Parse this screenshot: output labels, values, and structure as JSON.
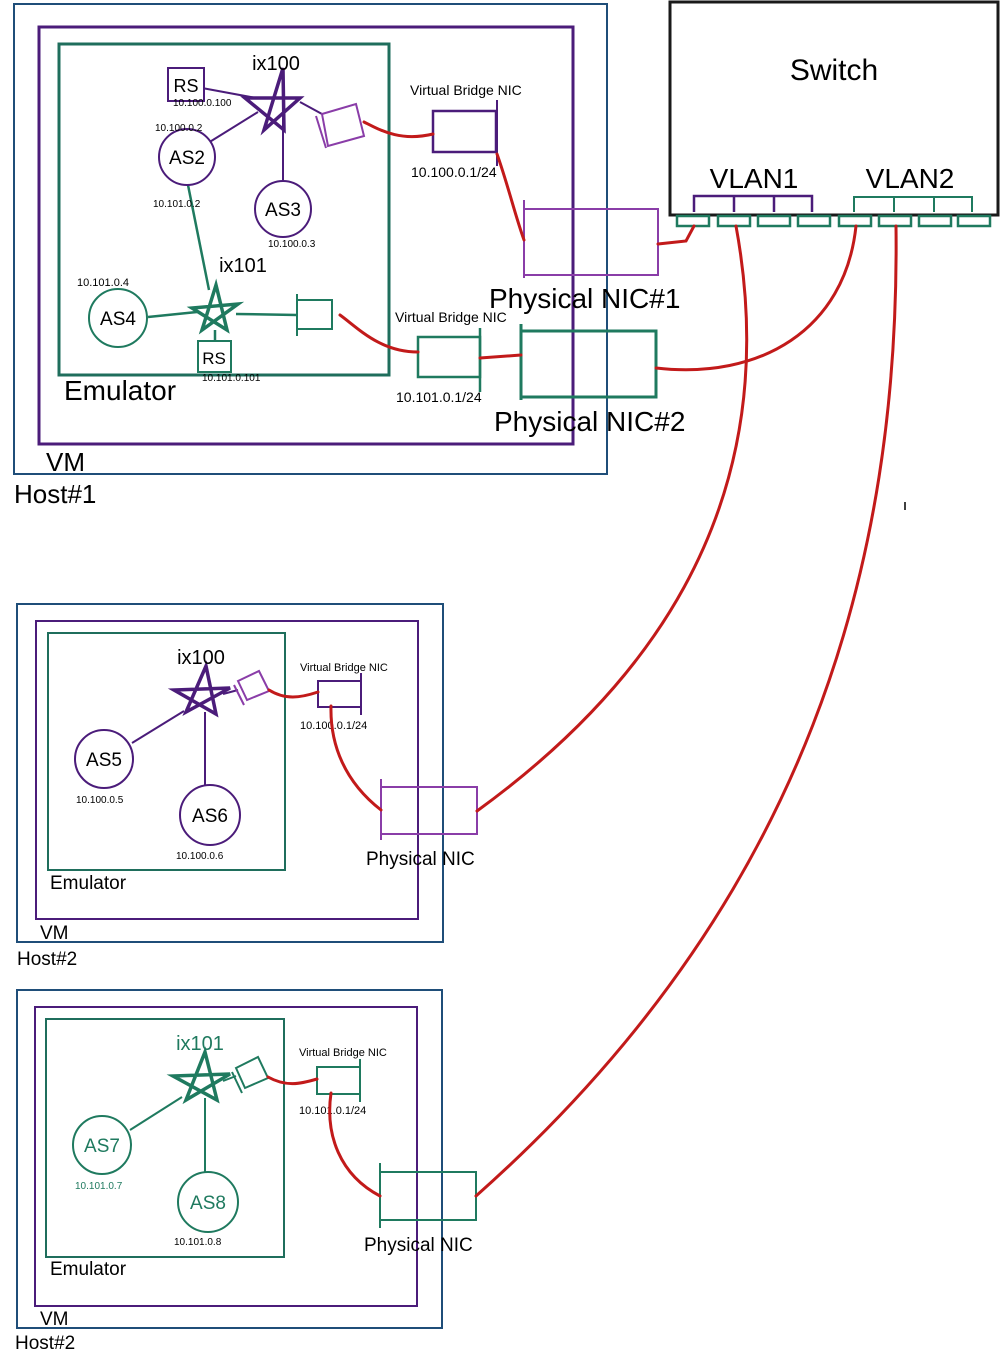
{
  "colors": {
    "host": "#1f4e79",
    "vm": "#4b1c7a",
    "emulator": "#1f6e5c",
    "vlan1": "#4b1c7a",
    "vlan2": "#1f7a5f",
    "nic_purple": "#8a3da8",
    "cable": "#c21a1a",
    "switch": "#1a1a1a"
  },
  "switch": {
    "title": "Switch",
    "vlan1_label": "VLAN1",
    "vlan2_label": "VLAN2"
  },
  "host1": {
    "host_label": "Host#1",
    "vm_label": "VM",
    "emulator_label": "Emulator",
    "rs_top_label": "RS",
    "rs_top_ip": "10.100.0.100",
    "ix100_label": "ix100",
    "as2_label": "AS2",
    "as2_ip_top": "10.100.0.2",
    "as2_ip_bottom": "10.101.0.2",
    "as3_label": "AS3",
    "as3_ip": "10.100.0.3",
    "ix101_label": "ix101",
    "as4_label": "AS4",
    "as4_ip": "10.101.0.4",
    "rs_bottom_label": "RS",
    "rs_bottom_ip": "10.101.0.101",
    "vbridge1_label": "Virtual Bridge NIC",
    "vbridge1_ip": "10.100.0.1/24",
    "vbridge2_label": "Virtual Bridge NIC",
    "vbridge2_ip": "10.101.0.1/24",
    "phys_nic1_label": "Physical NIC#1",
    "phys_nic2_label": "Physical NIC#2"
  },
  "host2a": {
    "host_label": "Host#2",
    "vm_label": "VM",
    "emulator_label": "Emulator",
    "ix_label": "ix100",
    "as_a_label": "AS5",
    "as_a_ip": "10.100.0.5",
    "as_b_label": "AS6",
    "as_b_ip": "10.100.0.6",
    "vbridge_label": "Virtual Bridge NIC",
    "vbridge_ip": "10.100.0.1/24",
    "phys_nic_label": "Physical NIC"
  },
  "host2b": {
    "host_label": "Host#2",
    "vm_label": "VM",
    "emulator_label": "Emulator",
    "ix_label": "ix101",
    "as_a_label": "AS7",
    "as_a_ip": "10.101.0.7",
    "as_b_label": "AS8",
    "as_b_ip": "10.101.0.8",
    "vbridge_label": "Virtual Bridge NIC",
    "vbridge_ip": "10.101.0.1/24",
    "phys_nic_label": "Physical NIC"
  }
}
